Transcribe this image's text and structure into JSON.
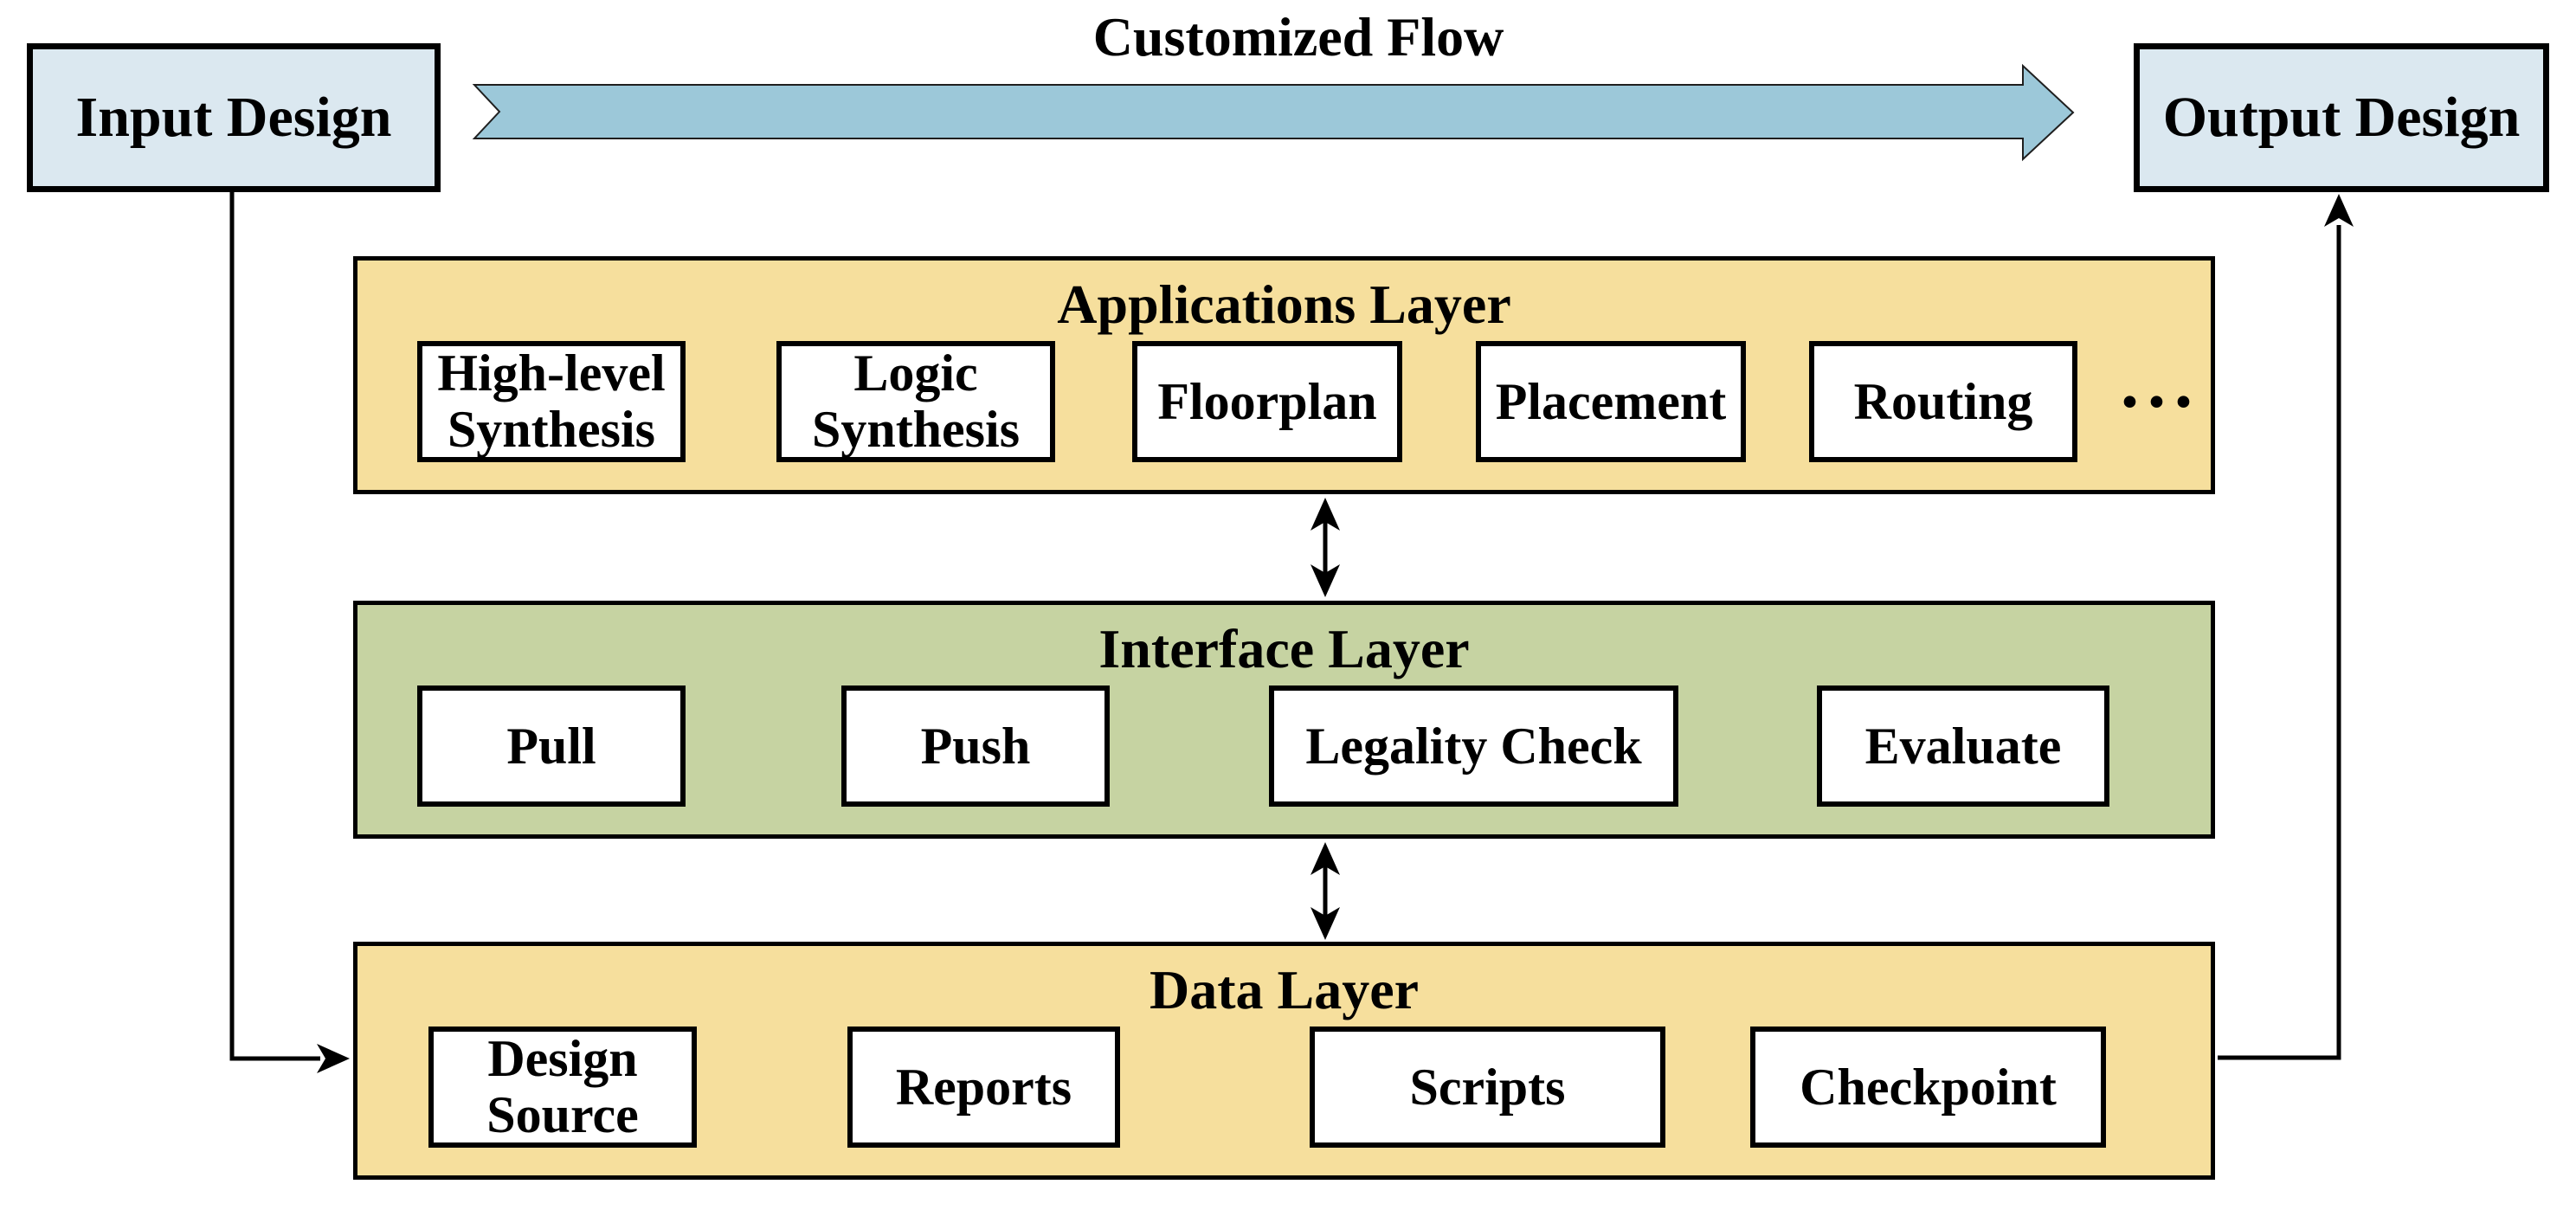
{
  "diagram": {
    "flow_label": "Customized Flow",
    "input_box_label": "Input Design",
    "output_box_label": "Output Design",
    "ellipsis": "···",
    "colors": {
      "io_fill": "#dbe8f0",
      "arrow_fill": "#9cc8d9",
      "apps_fill": "#f6df9d",
      "interface_fill": "#c6d3a2",
      "data_fill": "#f6df9d",
      "box_fill": "#ffffff",
      "line": "#000000"
    },
    "layers": [
      {
        "id": "applications",
        "title": "Applications Layer",
        "boxes": [
          "High-level\nSynthesis",
          "Logic\nSynthesis",
          "Floorplan",
          "Placement",
          "Routing"
        ]
      },
      {
        "id": "interface",
        "title": "Interface Layer",
        "boxes": [
          "Pull",
          "Push",
          "Legality Check",
          "Evaluate"
        ]
      },
      {
        "id": "data",
        "title": "Data Layer",
        "boxes": [
          "Design\nSource",
          "Reports",
          "Scripts",
          "Checkpoint"
        ]
      }
    ]
  }
}
